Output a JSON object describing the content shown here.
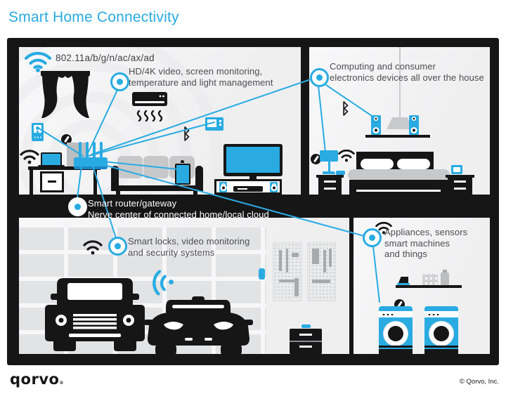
{
  "title": "Smart Home Connectivity",
  "colors": {
    "accent": "#29ABE2",
    "ink": "#161616",
    "label_text": "#4D4D4F"
  },
  "callouts": {
    "wifi_standard": "802.11a/b/g/n/ac/ax/ad",
    "living": {
      "lines": [
        "HD/4K video, screen monitoring,",
        "temperature and light management"
      ]
    },
    "bedroom": {
      "lines": [
        "Computing and consumer",
        "electronics devices all over the house"
      ]
    },
    "router": {
      "lines": [
        "Smart router/gateway",
        "Nerve center of connected home/local cloud"
      ]
    },
    "garage": {
      "lines": [
        "Smart locks, video monitoring",
        "and security systems"
      ]
    },
    "laundry": {
      "lines": [
        "Appliances, sensors",
        "smart machines",
        "and things"
      ]
    }
  },
  "icons": {
    "bluetooth_glyph": "ᛒ"
  },
  "footer": {
    "logo": "Qorvo",
    "trademark": "®",
    "copyright": "© Qorvo, Inc."
  }
}
